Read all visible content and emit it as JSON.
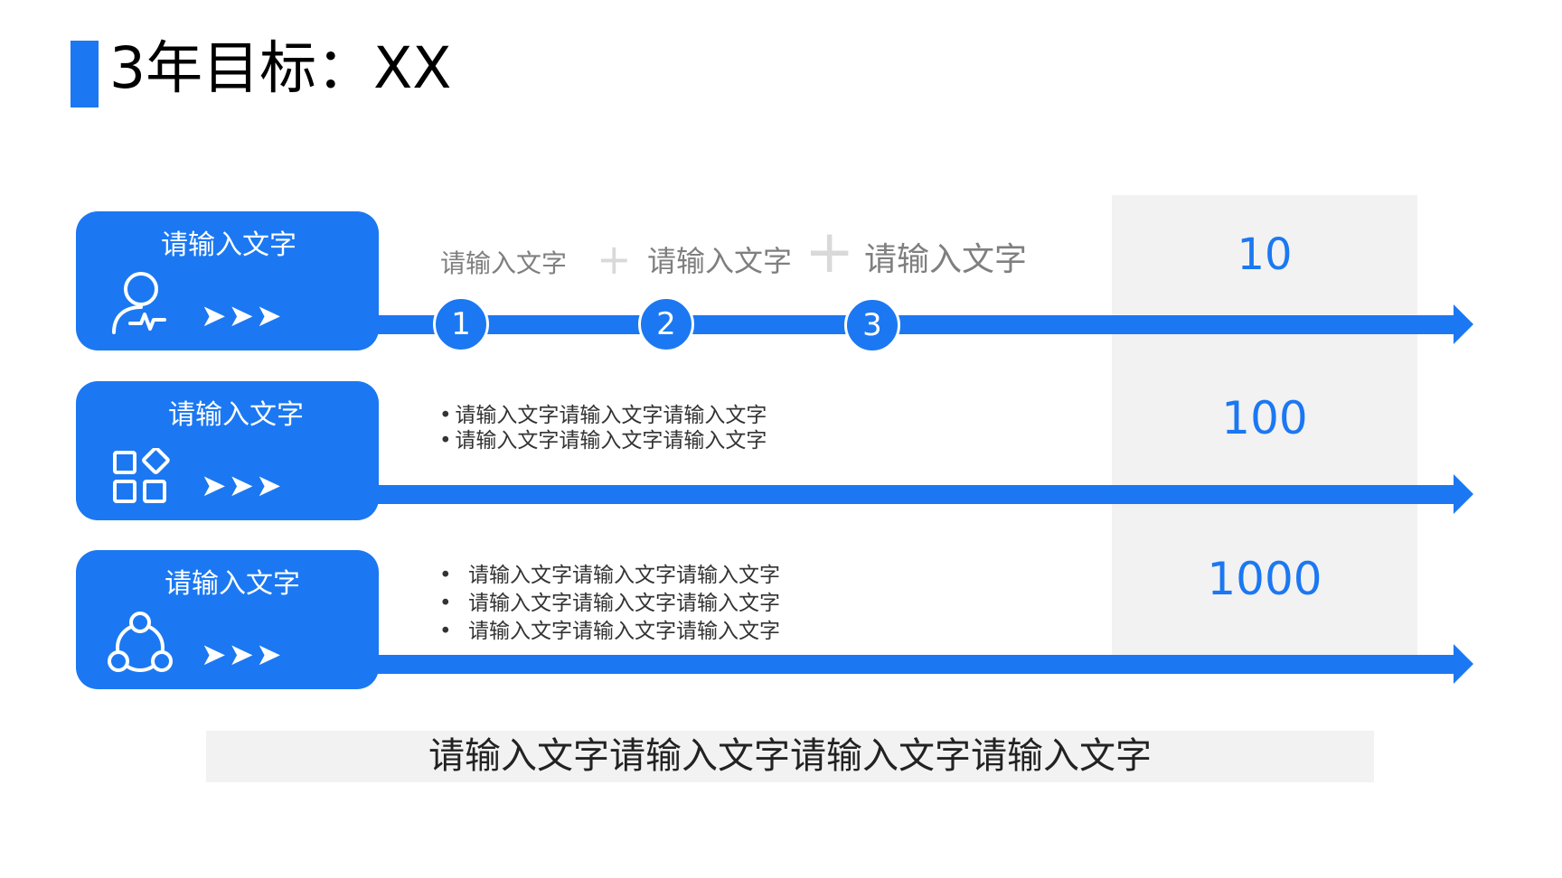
{
  "page": {
    "title": "3年目标：XX"
  },
  "colors": {
    "accent": "#1b78f2",
    "panel_gray": "#f2f2f2",
    "muted_text": "#7f7f7f"
  },
  "rows": [
    {
      "card_label": "请输入文字",
      "icon": "person-pulse-icon",
      "chevrons": "➤➤➤",
      "steps": [
        {
          "number": "1",
          "label": "请输入文字"
        },
        {
          "number": "2",
          "label": "请输入文字"
        },
        {
          "number": "3",
          "label": "请输入文字"
        }
      ],
      "value": "10"
    },
    {
      "card_label": "请输入文字",
      "icon": "apps-grid-icon",
      "chevrons": "➤➤➤",
      "bullets": [
        "请输入文字请输入文字请输入文字",
        "请输入文字请输入文字请输入文字"
      ],
      "value": "100"
    },
    {
      "card_label": "请输入文字",
      "icon": "share-network-icon",
      "chevrons": "➤➤➤",
      "bullets": [
        "请输入文字请输入文字请输入文字",
        "请输入文字请输入文字请输入文字",
        "请输入文字请输入文字请输入文字"
      ],
      "value": "1000"
    }
  ],
  "footer": {
    "text": "请输入文字请输入文字请输入文字请输入文字"
  }
}
